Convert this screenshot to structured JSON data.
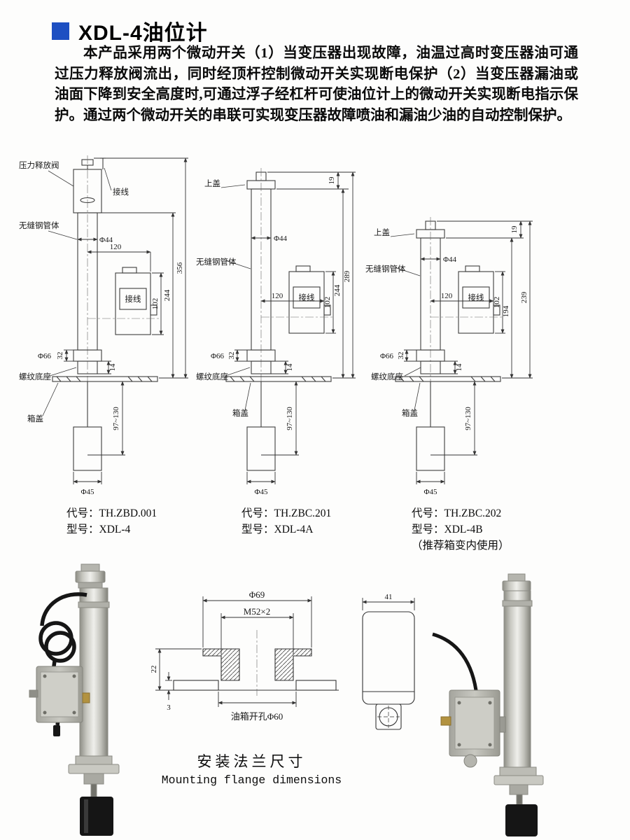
{
  "header": {
    "title": "XDL-4油位计",
    "accent_color": "#1d4fc2"
  },
  "intro": {
    "text": "本产品采用两个微动开关（1）当变压器出现故障，油温过高时变压器油可通过压力释放阀流出，同时经顶杆控制微动开关实现断电保护（2）当变压器漏油或油面下降到安全高度时,可通过浮子经杠杆可使油位计上的微动开关实现断电指示保护。通过两个微动开关的串联可实现变压器故障喷油和漏油少油的自动控制保护。"
  },
  "d1": {
    "valve_label": "压力释放阀",
    "wiring_top": "接线",
    "tube_label": "无缝钢管体",
    "junction_label": "接线",
    "base_label": "螺纹底座",
    "cover_label": "箱盖",
    "dia_tube": "Φ44",
    "len_120": "120",
    "total": "356",
    "mid": "244",
    "box_h": "102",
    "dia_base": "Φ66",
    "h32": "32",
    "h14": "14",
    "float_travel": "97~130",
    "dia_float": "Φ45",
    "code": "代号：TH.ZBD.001",
    "model": "型号：XDL-4"
  },
  "d2": {
    "cap_label": "上盖",
    "cap_h": "19",
    "tube_label": "无缝钢管体",
    "junction_label": "接线",
    "base_label": "螺纹底座",
    "cover_label": "箱盖",
    "dia_tube": "Φ44",
    "len_120": "120",
    "total": "289",
    "mid": "244",
    "box_h": "102",
    "dia_base": "Φ66",
    "h32": "32",
    "h14": "14",
    "float_travel": "97~130",
    "dia_float": "Φ45",
    "code": "代号：TH.ZBC.201",
    "model": "型号：XDL-4A"
  },
  "d3": {
    "cap_label": "上盖",
    "cap_h": "19",
    "tube_label": "无缝钢管体",
    "junction_label": "接线",
    "base_label": "螺纹底座",
    "cover_label": "箱盖",
    "dia_tube": "Φ44",
    "len_120": "120",
    "total": "239",
    "mid": "194",
    "box_h": "102",
    "dia_base": "Φ66",
    "h32": "32",
    "h14": "14",
    "float_travel": "97~130",
    "dia_float": "Φ45",
    "code": "代号：TH.ZBC.202",
    "model": "型号：XDL-4B",
    "note": "（推荐箱变内使用）"
  },
  "flange": {
    "dia_outer": "Φ69",
    "thread": "M52×2",
    "h22": "22",
    "h3": "3",
    "hole_label": "油箱开孔Φ60",
    "caption_cn": "安装法兰尺寸",
    "caption_en": "Mounting flange dimensions"
  },
  "side_view": {
    "w41": "41"
  }
}
